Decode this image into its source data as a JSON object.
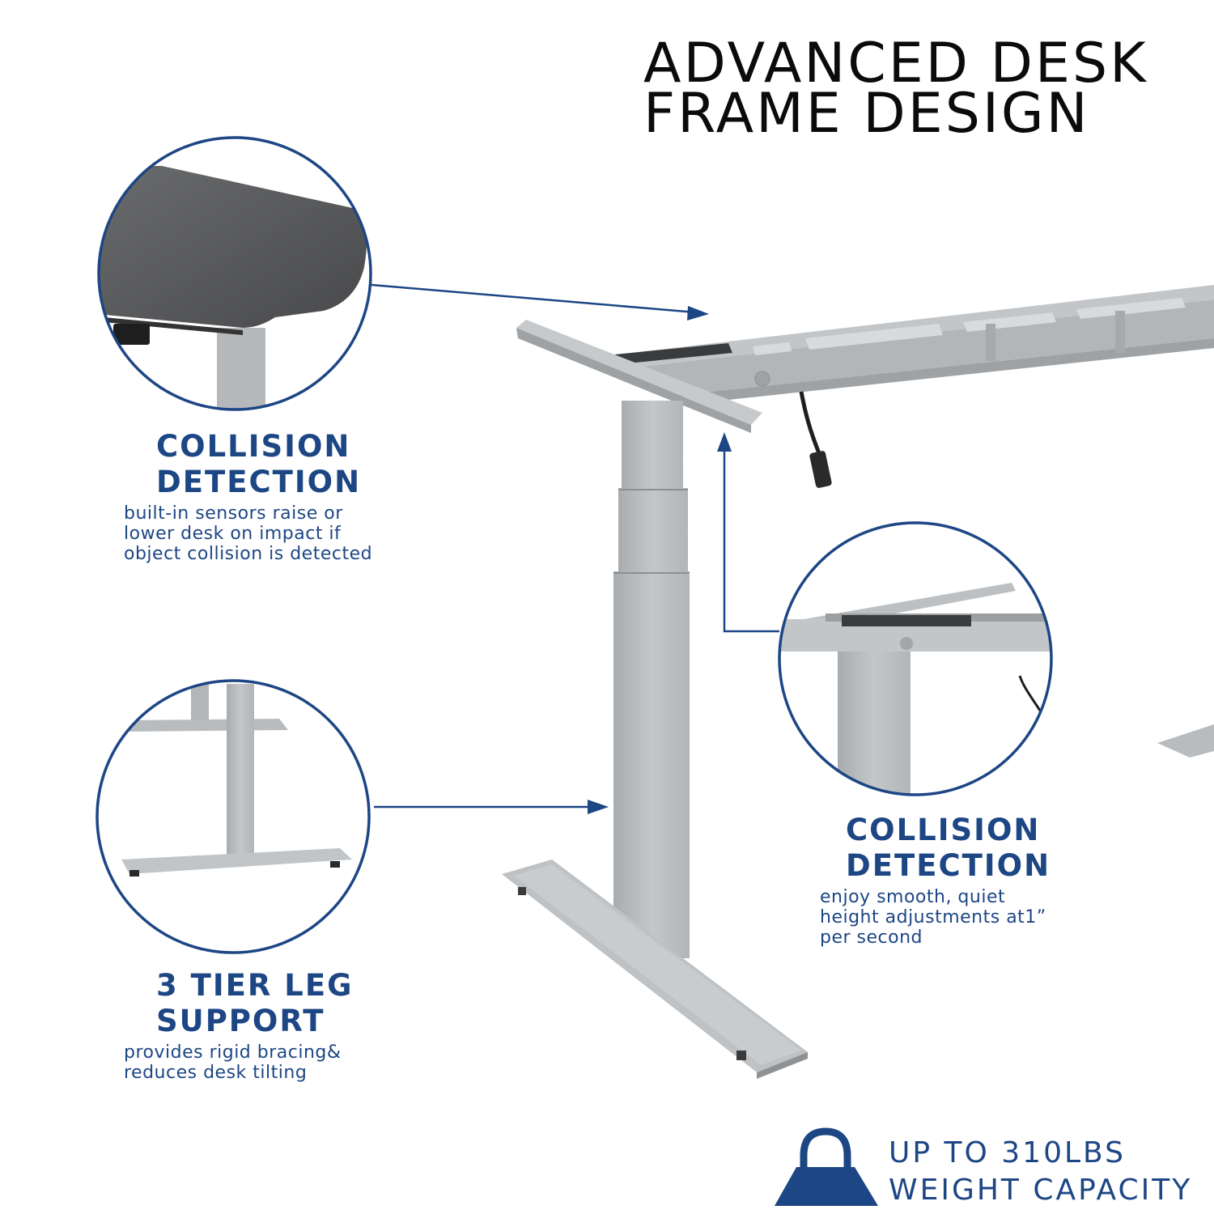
{
  "title": {
    "line1": "ADVANCED DESK",
    "line2": "FRAME DESIGN"
  },
  "features": [
    {
      "heading_line1": "COLLISION",
      "heading_line2": "DETECTION",
      "desc_lines": [
        "built-in sensors raise or",
        "lower desk on impact if",
        "object collision is detected"
      ]
    },
    {
      "heading_line1": "3 TIER LEG",
      "heading_line2": "SUPPORT",
      "desc_lines": [
        "provides rigid bracing&",
        "reduces desk tilting"
      ]
    },
    {
      "heading_line1": "COLLISION",
      "heading_line2": "DETECTION",
      "desc_lines": [
        "enjoy smooth, quiet",
        "height adjustments at1”",
        "per second"
      ]
    }
  ],
  "weight": {
    "line1": "UP TO 310LBS",
    "line2": "WEIGHT CAPACITY"
  },
  "colors": {
    "accent": "#1d4685",
    "title": "#0b0b0b",
    "frame": "#b9bcbf",
    "desktop": "#5b5c5e"
  },
  "icons": {
    "weight": "weight-kettlebell-icon"
  }
}
